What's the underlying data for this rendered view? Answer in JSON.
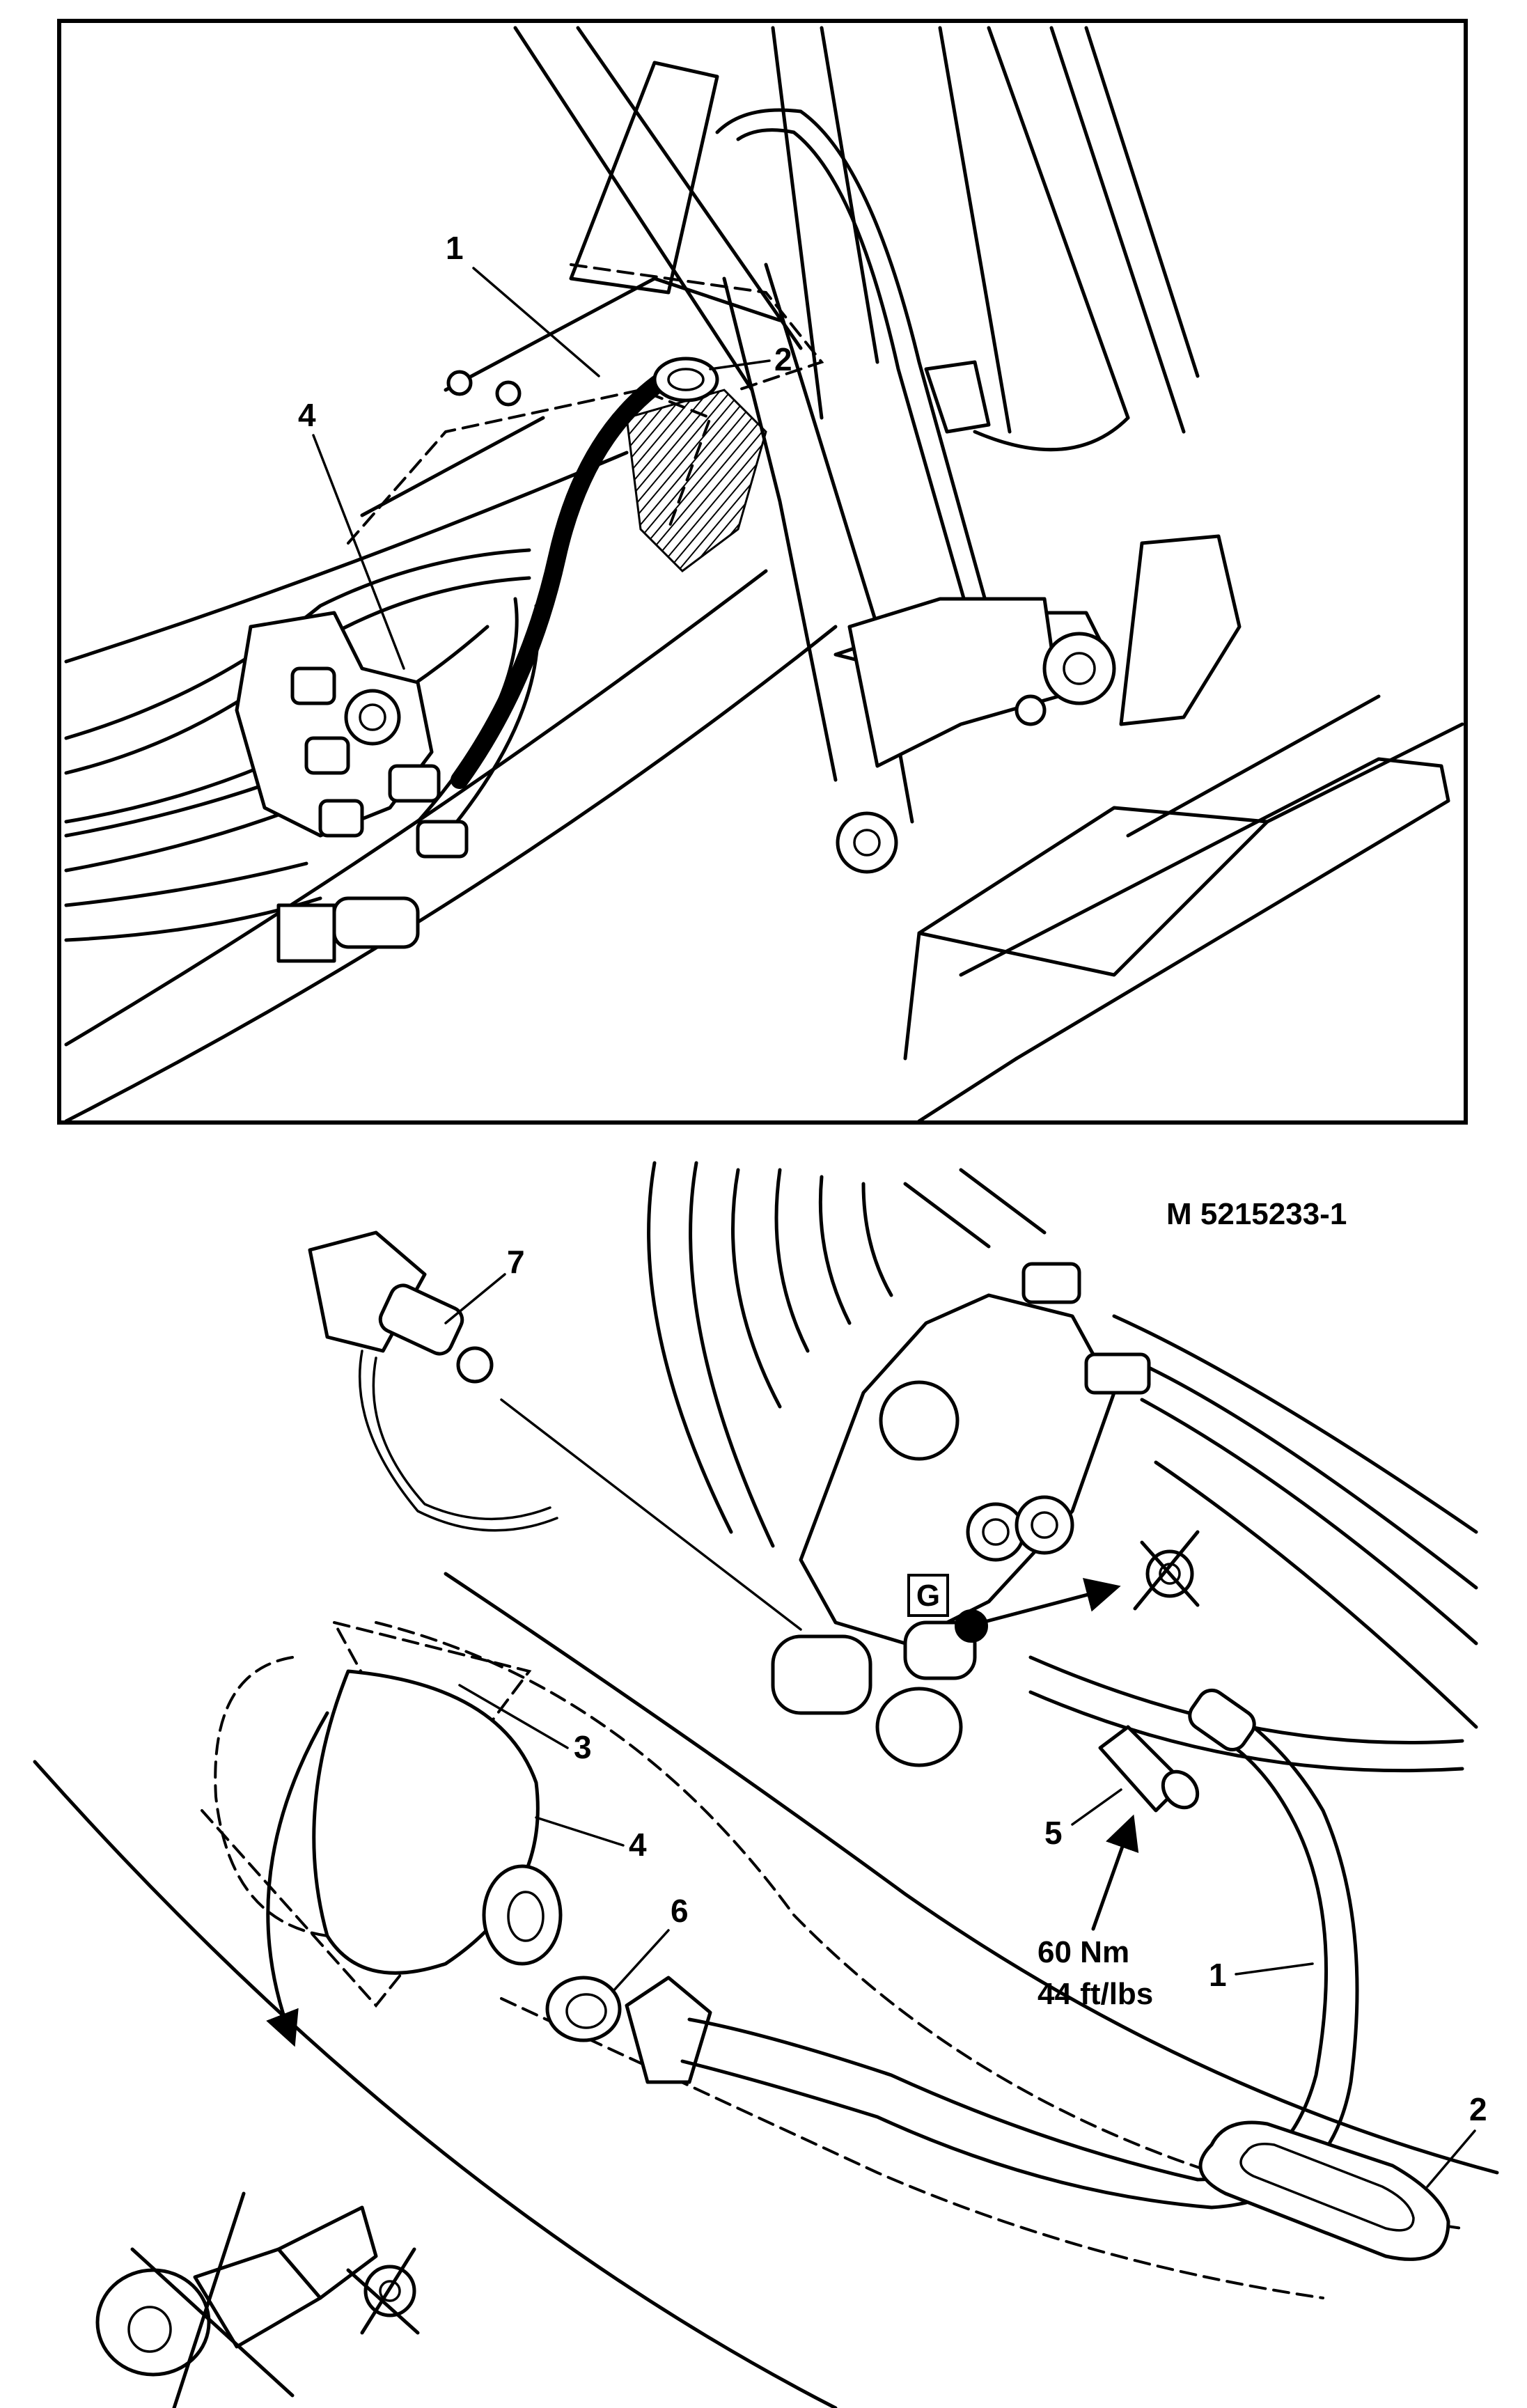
{
  "document_id": "M 5215233-1",
  "top_view": {
    "callouts": [
      {
        "id": "top-callout-1",
        "label": "1"
      },
      {
        "id": "top-callout-2",
        "label": "2"
      },
      {
        "id": "top-callout-4",
        "label": "4"
      }
    ]
  },
  "bottom_view": {
    "callouts": [
      {
        "id": "bottom-callout-1",
        "label": "1"
      },
      {
        "id": "bottom-callout-2",
        "label": "2"
      },
      {
        "id": "bottom-callout-3",
        "label": "3"
      },
      {
        "id": "bottom-callout-4",
        "label": "4"
      },
      {
        "id": "bottom-callout-5",
        "label": "5"
      },
      {
        "id": "bottom-callout-6",
        "label": "6"
      },
      {
        "id": "bottom-callout-7",
        "label": "7"
      }
    ],
    "port_label": "G",
    "torque": {
      "metric": "60 Nm",
      "imperial": "44 ft/lbs"
    }
  }
}
